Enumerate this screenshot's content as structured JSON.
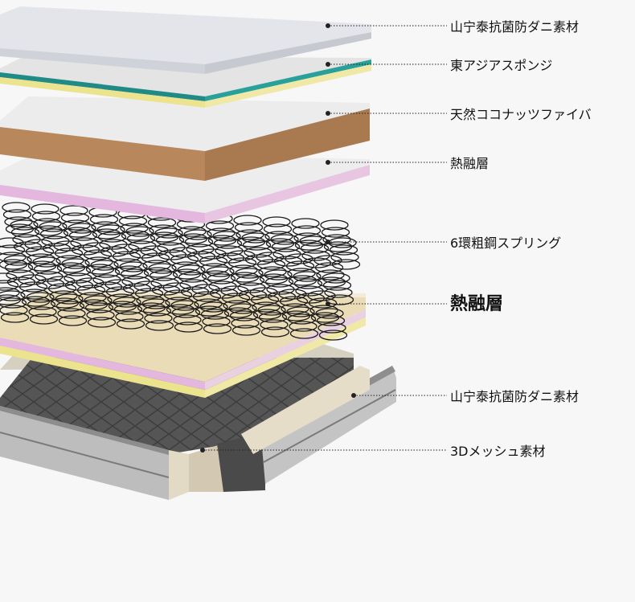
{
  "layers": [
    {
      "id": "top-antibacterial",
      "label": "山宁泰抗菌防ダニ素材",
      "emphasis": "normal"
    },
    {
      "id": "foam",
      "label": "東アジアスポンジ",
      "emphasis": "normal"
    },
    {
      "id": "coconut-fiber",
      "label": "天然ココナッツファイバ",
      "emphasis": "normal"
    },
    {
      "id": "heat-fusion-upper",
      "label": "熱融層",
      "emphasis": "normal"
    },
    {
      "id": "springs",
      "label": "6環粗鋼スプリング",
      "emphasis": "normal"
    },
    {
      "id": "heat-fusion-lower",
      "label": "熱融層",
      "emphasis": "bold"
    },
    {
      "id": "bottom-antibacterial",
      "label": "山宁泰抗菌防ダニ素材",
      "emphasis": "normal"
    },
    {
      "id": "mesh",
      "label": "3Dメッシュ素材",
      "emphasis": "normal"
    }
  ],
  "colors": {
    "background": "#f7f7f7",
    "white_layer": "#eeeeee",
    "coconut": "#b4855a",
    "pink_edge": "#e3b7de",
    "teal_edge": "#1f8a86",
    "yellow_edge": "#e9df8e",
    "cream_board": "#e6ddc8",
    "frame_grey": "#a8a8a8",
    "mesh_dark": "#4a4a4a",
    "spring_wire": "#1a1a1a",
    "leader_line": "#222222"
  }
}
